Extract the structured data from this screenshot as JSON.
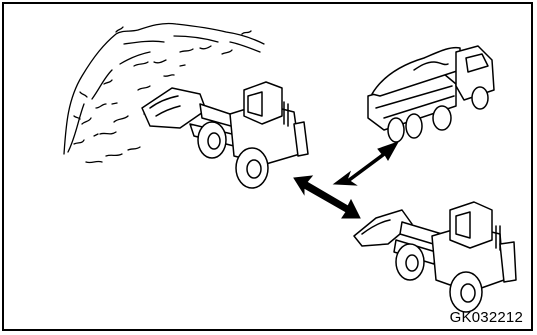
{
  "figure": {
    "code": "GK032212",
    "stroke_color": "#000000",
    "background_color": "#ffffff",
    "icons": [
      "gravel-pile",
      "wheel-loader-digging",
      "dump-truck",
      "wheel-loader-traveling",
      "double-arrow"
    ]
  }
}
